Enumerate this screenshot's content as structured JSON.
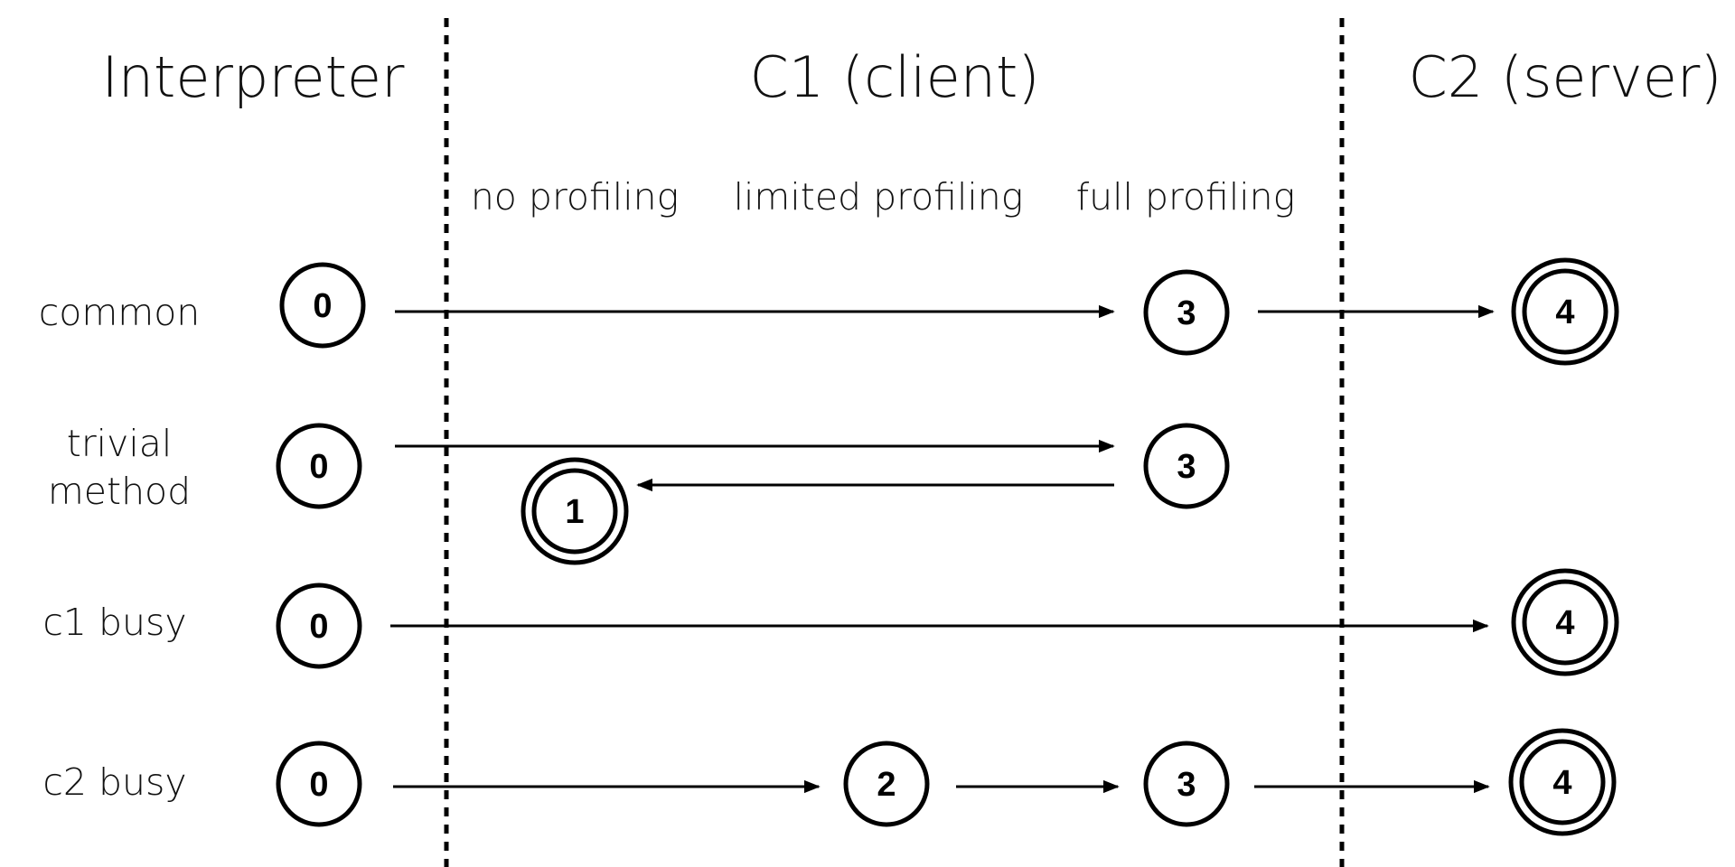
{
  "headers": {
    "interpreter": "Interpreter",
    "c1": "C1 (client)",
    "c2": "C2 (server)"
  },
  "subheaders": {
    "none": "no profiling",
    "limited": "limited profiling",
    "full": "full profiling"
  },
  "rows": {
    "common": "common",
    "trivial_line1": "trivial",
    "trivial_line2": "method",
    "c1_busy": "c1 busy",
    "c2_busy": "c2 busy"
  },
  "nodes": {
    "common_0": "0",
    "common_3": "3",
    "common_4": "4",
    "trivial_0": "0",
    "trivial_3": "3",
    "trivial_1": "1",
    "c1busy_0": "0",
    "c1busy_4": "4",
    "c2busy_0": "0",
    "c2busy_2": "2",
    "c2busy_3": "3",
    "c2busy_4": "4"
  }
}
